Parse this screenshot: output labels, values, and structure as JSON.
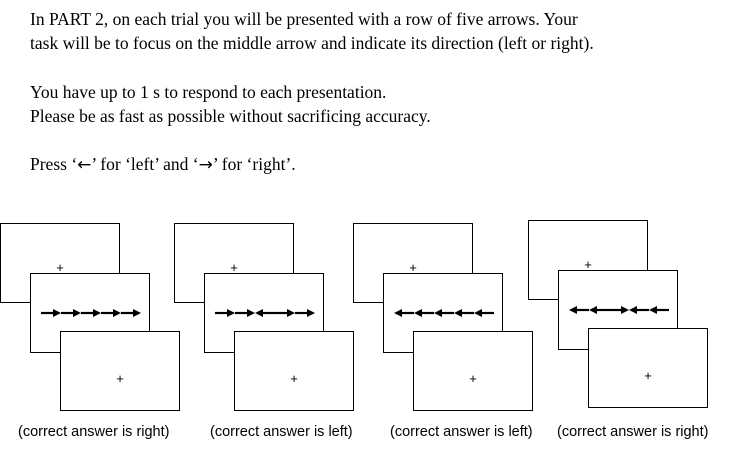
{
  "instructions": {
    "line1": "In PART 2, on each trial you will be presented with a row of five arrows. Your",
    "line2": "task will be to focus on the middle arrow and indicate its direction (left or right).",
    "line3": "You have up to 1 s to respond to each presentation.",
    "line4": "Please be as fast as possible without sacrificing accuracy.",
    "line5_a": "Press ‘",
    "left_key": "←",
    "line5_b": "’ for ‘left’ and ‘",
    "right_key": "→",
    "line5_c": "’ for ‘right’."
  },
  "fixation_symbol": "+",
  "examples": [
    {
      "arrows": [
        "right",
        "right",
        "right",
        "right",
        "right"
      ],
      "caption": "(correct answer is right)"
    },
    {
      "arrows": [
        "right",
        "right",
        "left",
        "right",
        "right"
      ],
      "caption": "(correct answer is left)"
    },
    {
      "arrows": [
        "left",
        "left",
        "left",
        "left",
        "left"
      ],
      "caption": "(correct answer is left)"
    },
    {
      "arrows": [
        "left",
        "left",
        "right",
        "left",
        "left"
      ],
      "caption": "(correct answer is right)"
    }
  ]
}
